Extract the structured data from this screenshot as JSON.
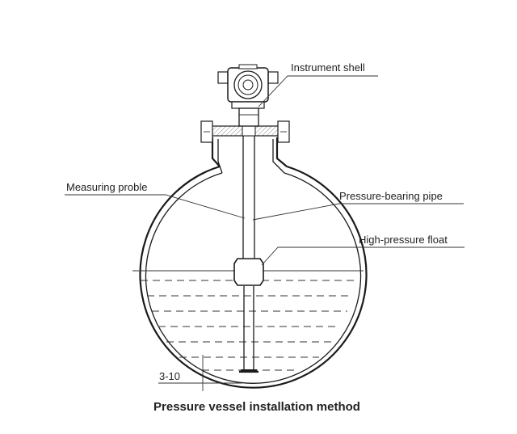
{
  "labels": {
    "instrument_shell": "Instrument shell",
    "measuring_probe": "Measuring proble",
    "pressure_pipe": "Pressure-bearing pipe",
    "float": "High-pressure float",
    "dimension": "3-10"
  },
  "caption": "Pressure vessel installation method"
}
